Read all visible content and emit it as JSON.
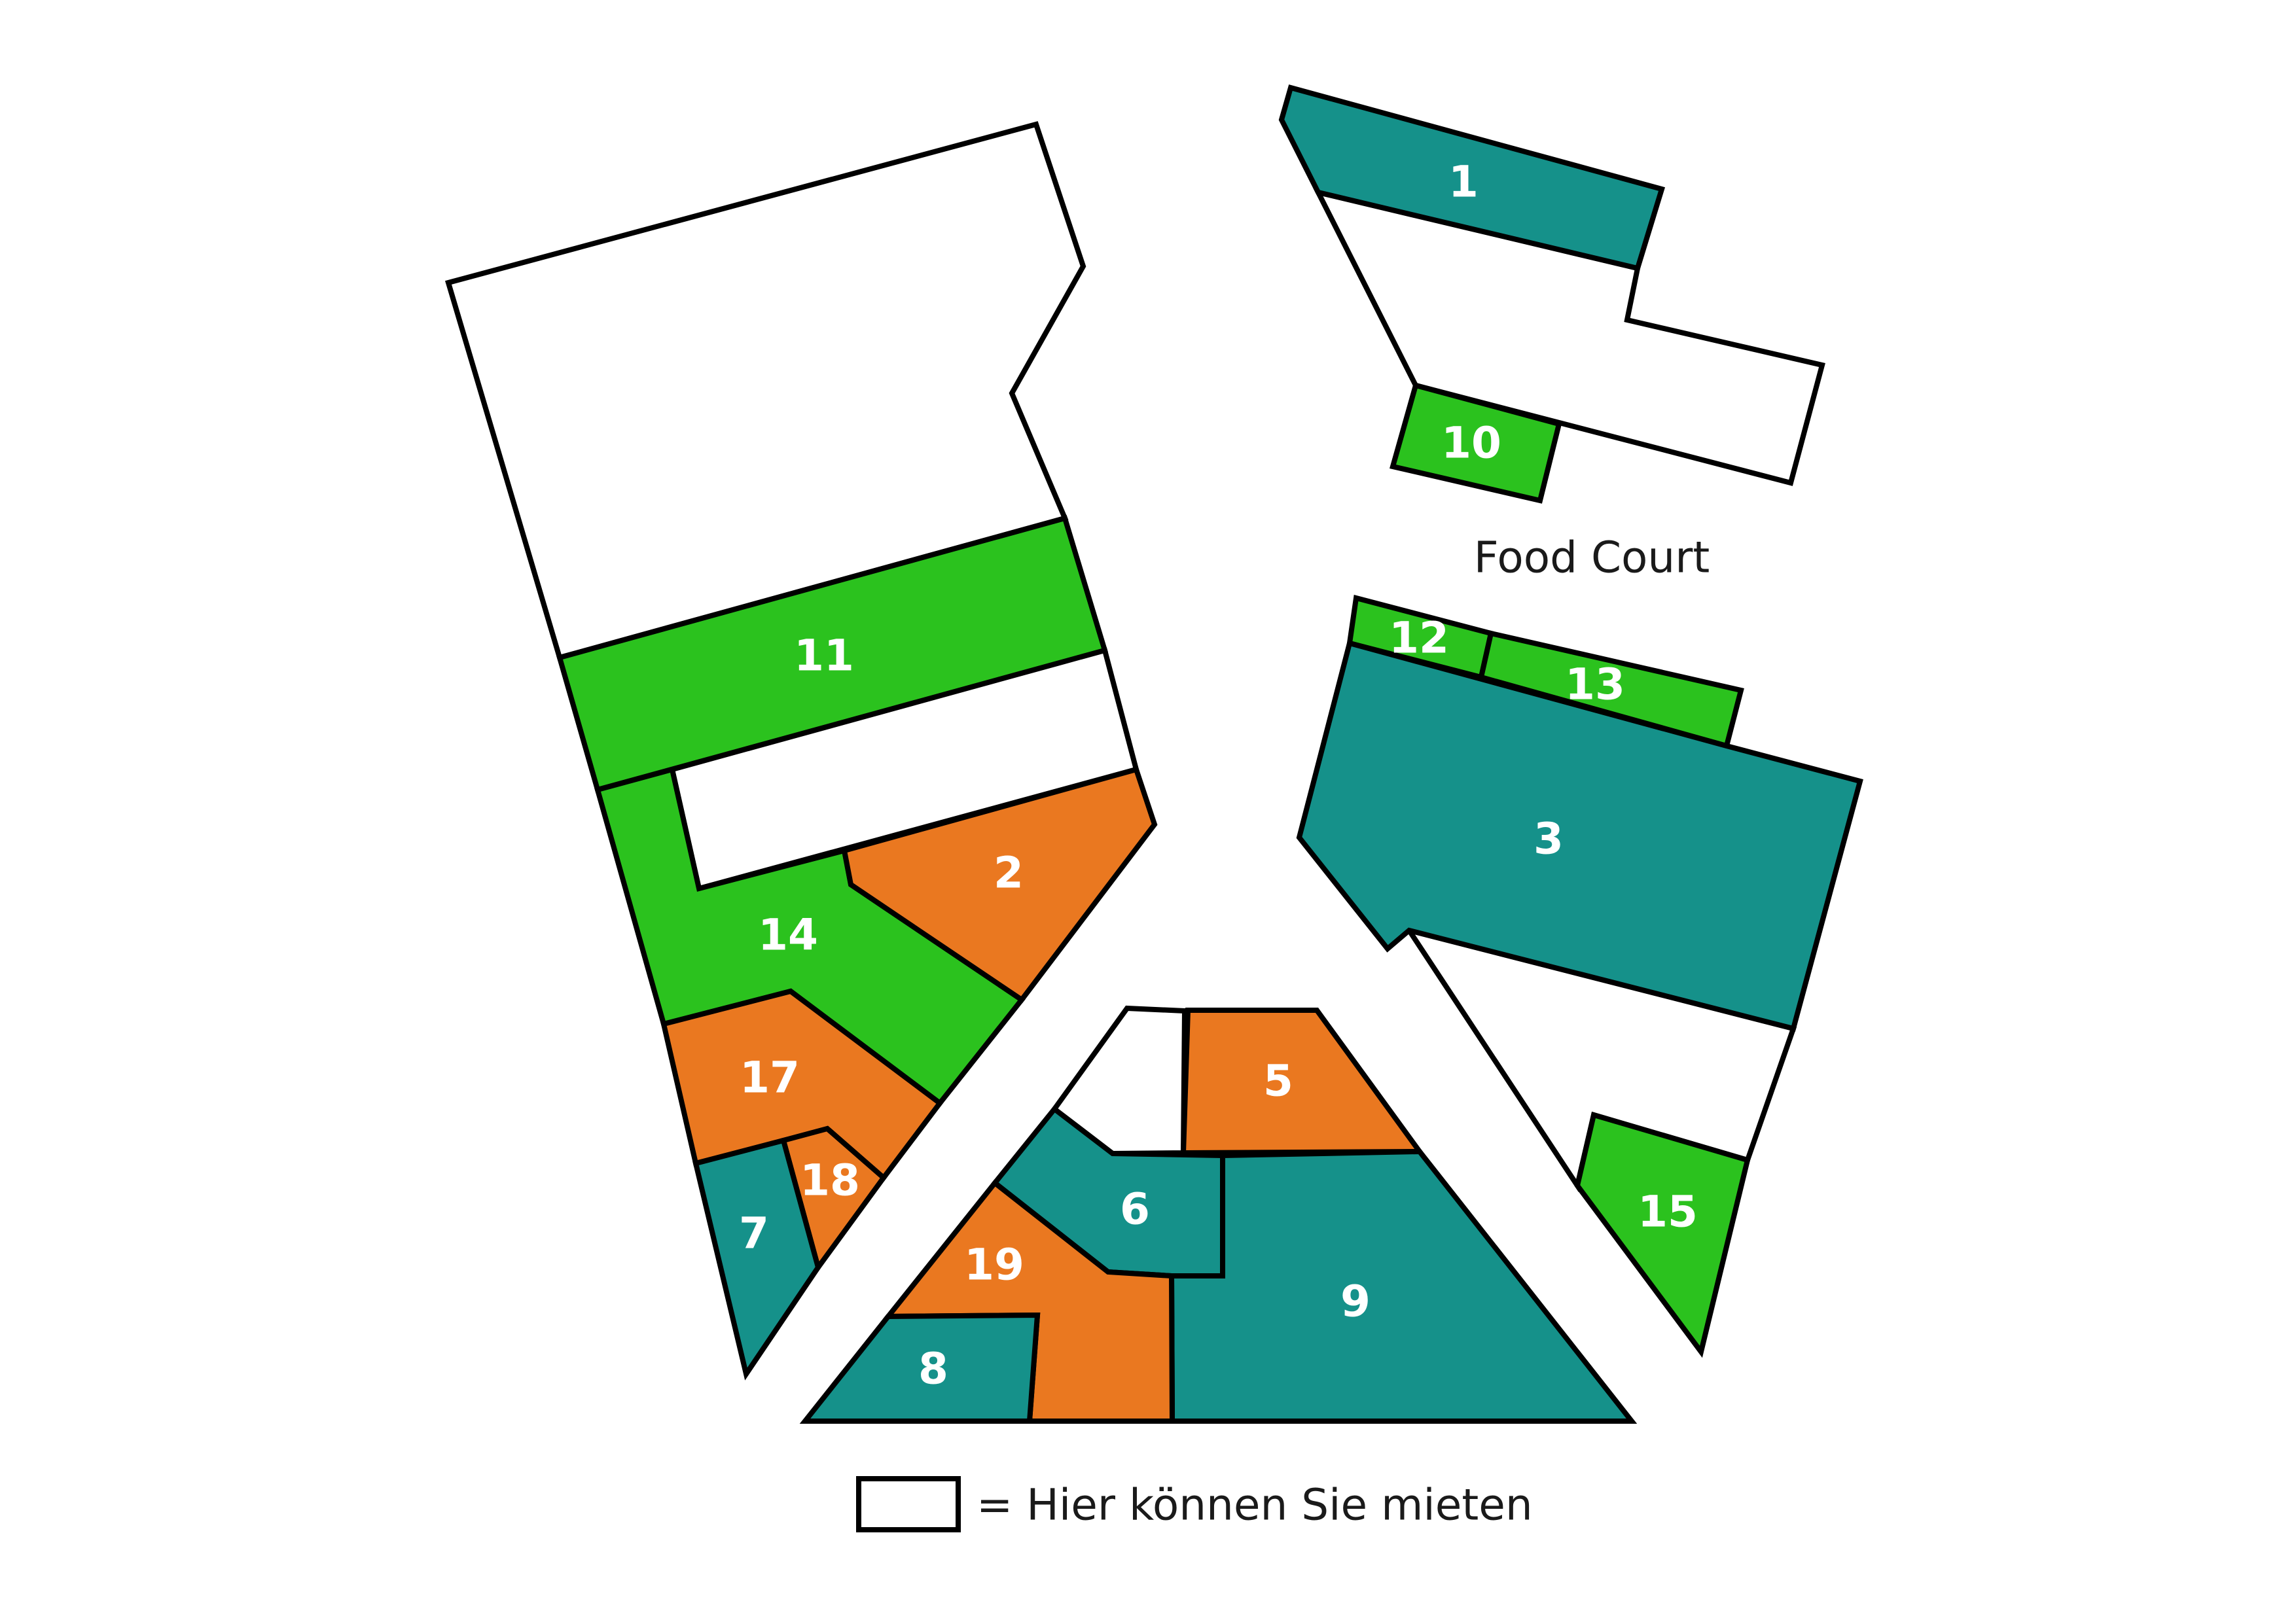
{
  "colors": {
    "teal": "#15918a",
    "green": "#2bc21e",
    "orange": "#ea7820",
    "vacant": "#ffffff",
    "outline": "#000000"
  },
  "map": {
    "food_court_label": "Food Court",
    "units": [
      {
        "id": "1",
        "label": "1",
        "color": "teal"
      },
      {
        "id": "2",
        "label": "2",
        "color": "orange"
      },
      {
        "id": "3",
        "label": "3",
        "color": "teal"
      },
      {
        "id": "5",
        "label": "5",
        "color": "orange"
      },
      {
        "id": "6",
        "label": "6",
        "color": "teal"
      },
      {
        "id": "7",
        "label": "7",
        "color": "teal"
      },
      {
        "id": "8",
        "label": "8",
        "color": "teal"
      },
      {
        "id": "9",
        "label": "9",
        "color": "teal"
      },
      {
        "id": "10",
        "label": "10",
        "color": "green"
      },
      {
        "id": "11",
        "label": "11",
        "color": "green"
      },
      {
        "id": "12",
        "label": "12",
        "color": "green"
      },
      {
        "id": "13",
        "label": "13",
        "color": "green"
      },
      {
        "id": "14",
        "label": "14",
        "color": "green"
      },
      {
        "id": "15",
        "label": "15",
        "color": "green"
      },
      {
        "id": "17",
        "label": "17",
        "color": "orange"
      },
      {
        "id": "18",
        "label": "18",
        "color": "orange"
      },
      {
        "id": "19",
        "label": "19",
        "color": "orange"
      }
    ]
  },
  "legend": {
    "text": "= Hier können Sie mieten",
    "swatch_color": "vacant"
  }
}
